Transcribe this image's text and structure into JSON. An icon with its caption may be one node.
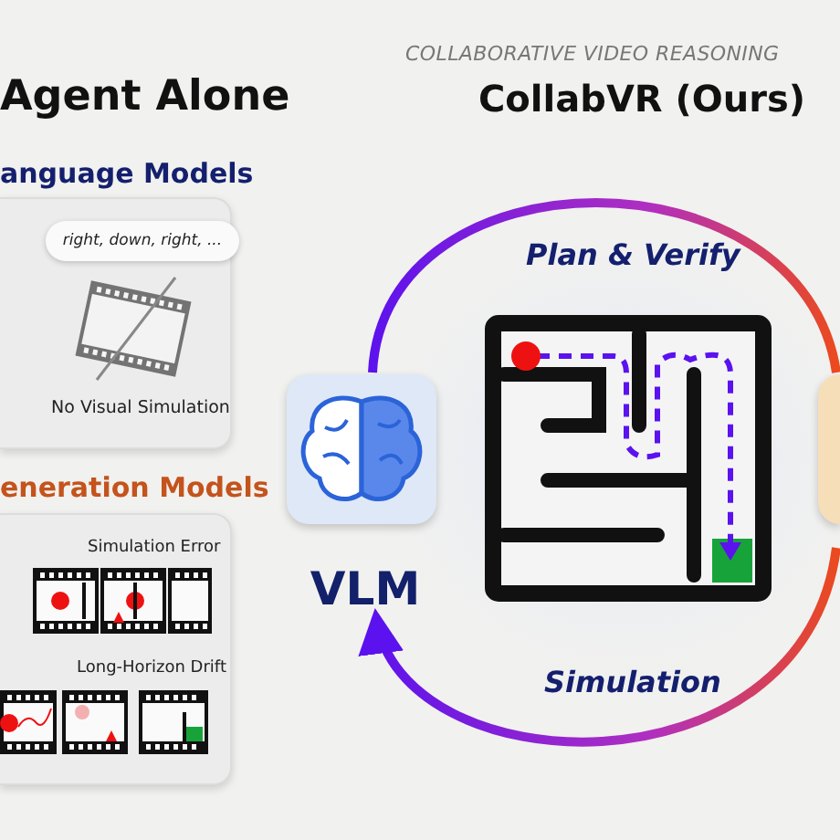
{
  "diagram": {
    "nodes": [
      {
        "text": [
          "anguage Models",
          "No Visual Simulation"
        ]
      },
      {
        "text": [
          "right, down, right, ..."
        ],
        "in": 0
      },
      {
        "text": [
          "eneration Models",
          "Simulation Error",
          "Long-Horizon Drift"
        ]
      },
      {
        "text": [
          "VLM"
        ]
      },
      {
        "text": [],
        "shape": "box"
      }
    ],
    "edges": [
      {
        "from": 3,
        "to": 4,
        "arrow": "none",
        "label": "Plan & Verify"
      },
      {
        "from": 4,
        "to": 3,
        "arrow": "to",
        "label": "Simulation"
      }
    ],
    "labels": [
      "Agent Alone",
      "COLLABORATIVE VIDEO REASONING",
      "CollabVR (Ours)"
    ]
  }
}
